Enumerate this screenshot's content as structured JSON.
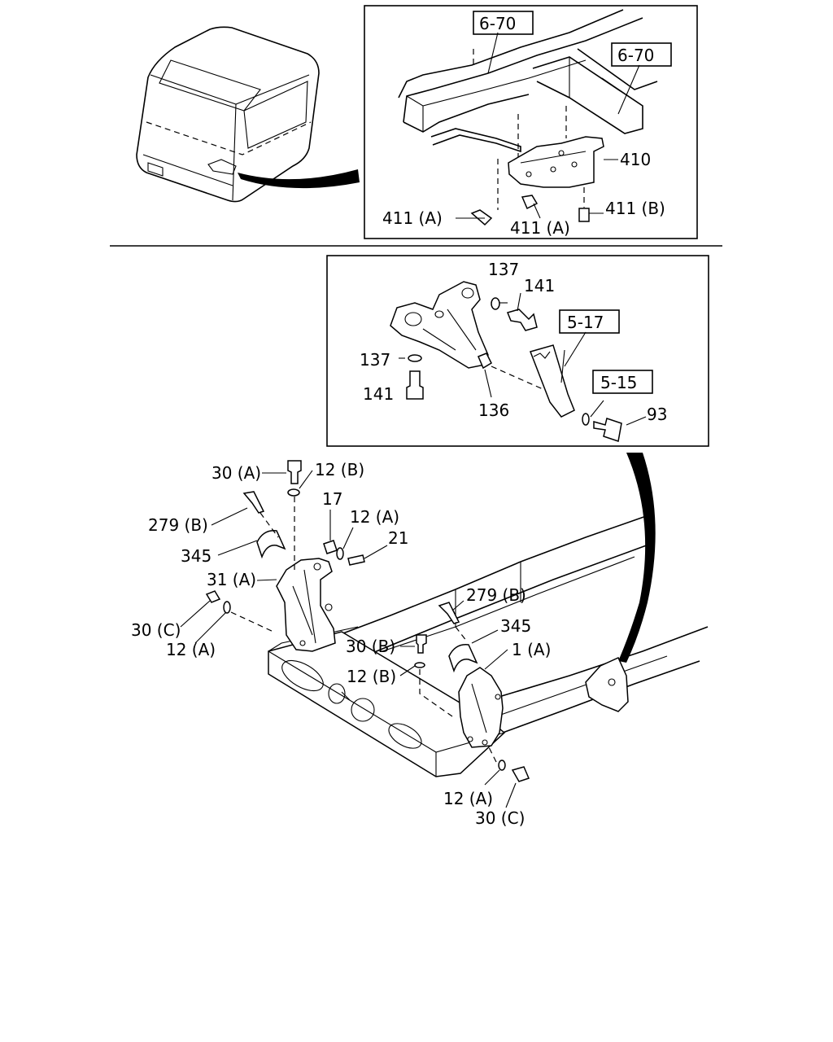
{
  "labels": {
    "ref_6_70_a": "6-70",
    "ref_6_70_b": "6-70",
    "p410": "410",
    "p411a_left": "411 (A)",
    "p411a_mid": "411 (A)",
    "p411b": "411 (B)",
    "p137_top": "137",
    "p141_top": "141",
    "ref_5_17": "5-17",
    "ref_5_15": "5-15",
    "p137_left": "137",
    "p141_left": "141",
    "p136": "136",
    "p93": "93",
    "p30a": "30 (A)",
    "p12b_top": "12 (B)",
    "p279b_left": "279 (B)",
    "p17": "17",
    "p12a_top": "12 (A)",
    "p21": "21",
    "p345_left": "345",
    "p31a": "31 (A)",
    "p30c_left": "30 (C)",
    "p12a_left": "12 (A)",
    "p279b_right": "279 (B)",
    "p345_right": "345",
    "p30b": "30 (B)",
    "p1a": "1 (A)",
    "p12b_mid": "12 (B)",
    "p12a_bottom": "12 (A)",
    "p30c_bottom": "30 (C)"
  }
}
